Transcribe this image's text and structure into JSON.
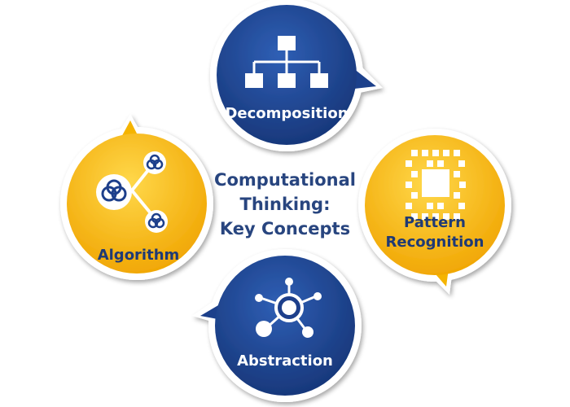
{
  "center": {
    "line1": "Computational",
    "line2": "Thinking:",
    "line3": "Key Concepts"
  },
  "concepts": {
    "decomposition": {
      "label": "Decomposition",
      "icon": "hierarchy-icon",
      "color": "#1d3f8b"
    },
    "pattern": {
      "label_line1": "Pattern",
      "label_line2": "Recognition",
      "icon": "pixel-pattern-icon",
      "color": "#f5b400"
    },
    "algorithm": {
      "label": "Algorithm",
      "icon": "flow-nodes-icon",
      "color": "#f5b400"
    },
    "abstraction": {
      "label": "Abstraction",
      "icon": "network-hub-icon",
      "color": "#1d3f8b"
    }
  }
}
